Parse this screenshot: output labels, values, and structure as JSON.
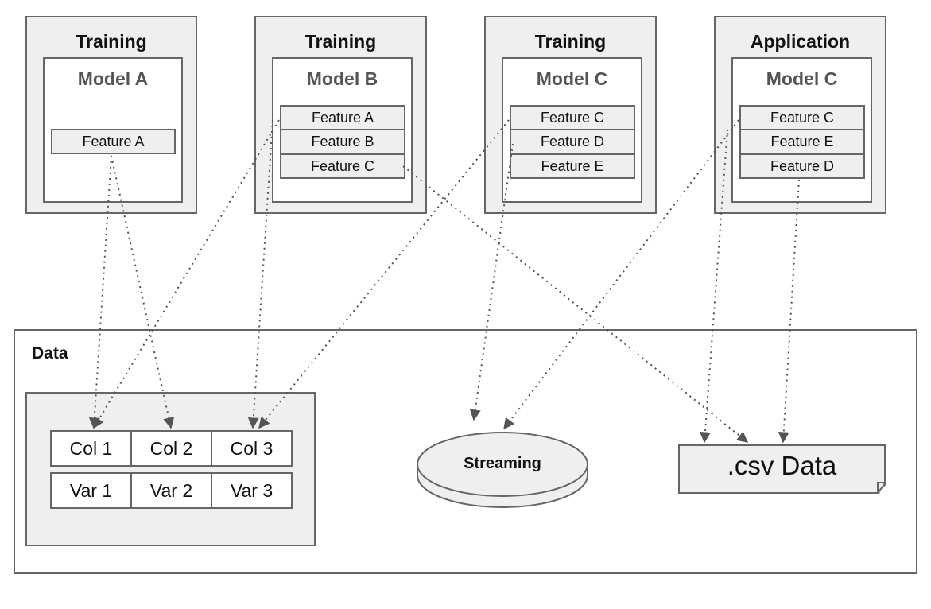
{
  "stages": [
    {
      "title": "Training",
      "model": "Model A",
      "features": [
        "Feature A"
      ]
    },
    {
      "title": "Training",
      "model": "Model B",
      "features": [
        "Feature A",
        "Feature B",
        "Feature C"
      ]
    },
    {
      "title": "Training",
      "model": "Model C",
      "features": [
        "Feature C",
        "Feature D",
        "Feature E"
      ]
    },
    {
      "title": "Application",
      "model": "Model C",
      "features": [
        "Feature C",
        "Feature E",
        "Feature D"
      ]
    }
  ],
  "data": {
    "title": "Data",
    "table": {
      "columns": [
        "Col 1",
        "Col 2",
        "Col 3"
      ],
      "vars": [
        "Var 1",
        "Var 2",
        "Var 3"
      ]
    },
    "streaming": "Streaming",
    "csv": ".csv Data"
  },
  "colors": {
    "box_fill": "#efefef",
    "border": "#666666",
    "model_title": "#555555",
    "connector": "#555555"
  }
}
